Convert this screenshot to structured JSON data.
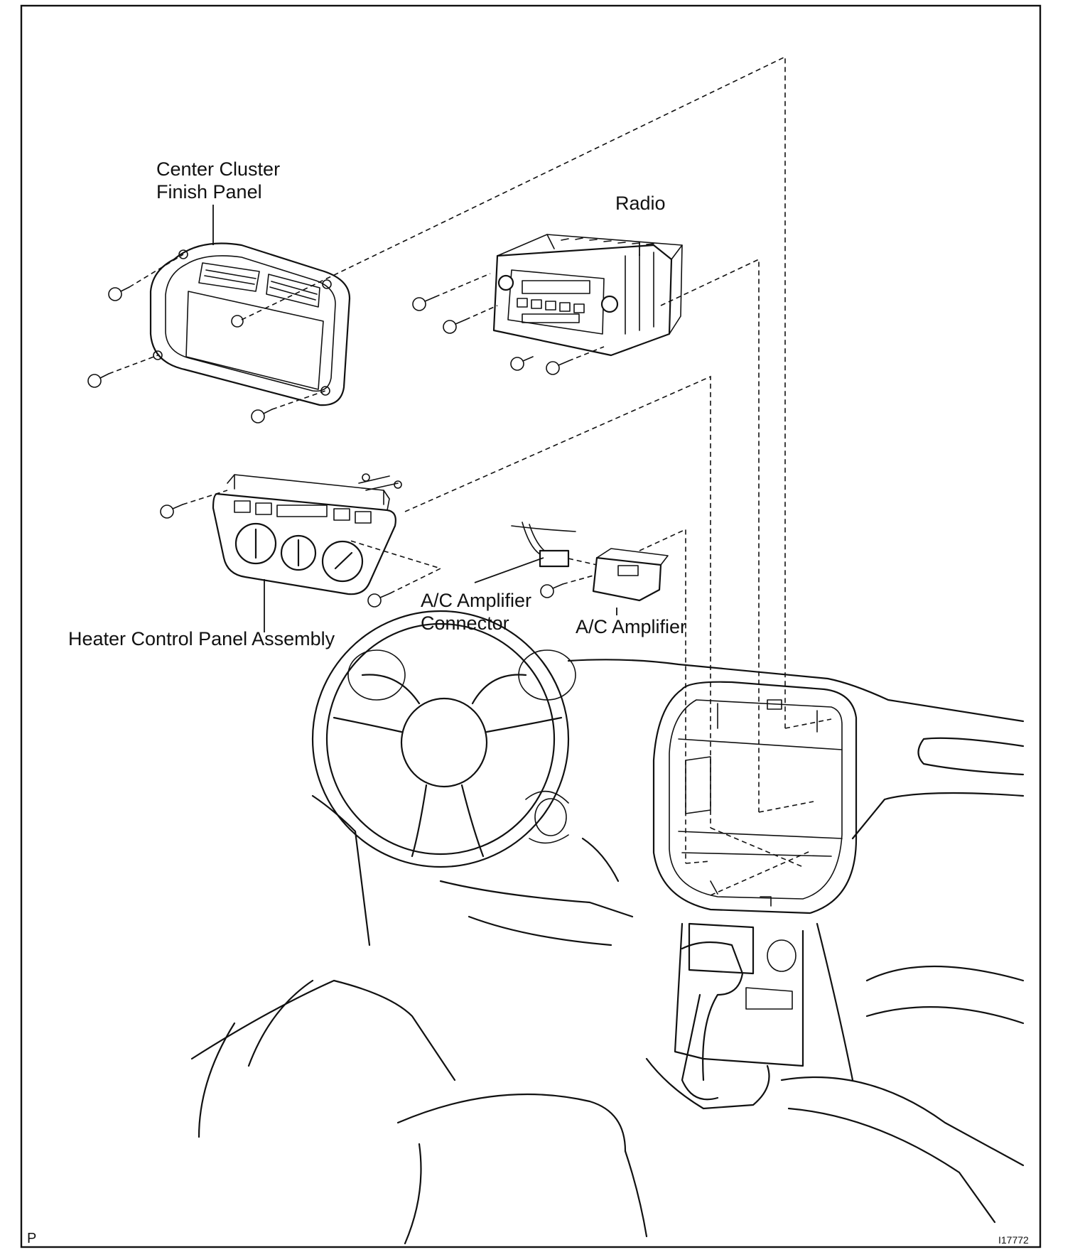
{
  "labels": {
    "center_cluster_line1": "Center Cluster",
    "center_cluster_line2": "Finish Panel",
    "radio": "Radio",
    "heater_control_panel": "Heater Control Panel Assembly",
    "ac_amplifier_connector_line1": "A/C Amplifier",
    "ac_amplifier_connector_line2": "Connector",
    "ac_amplifier": "A/C Amplifier"
  },
  "corner": {
    "page_marker": "P",
    "figure_id": "I17772"
  }
}
